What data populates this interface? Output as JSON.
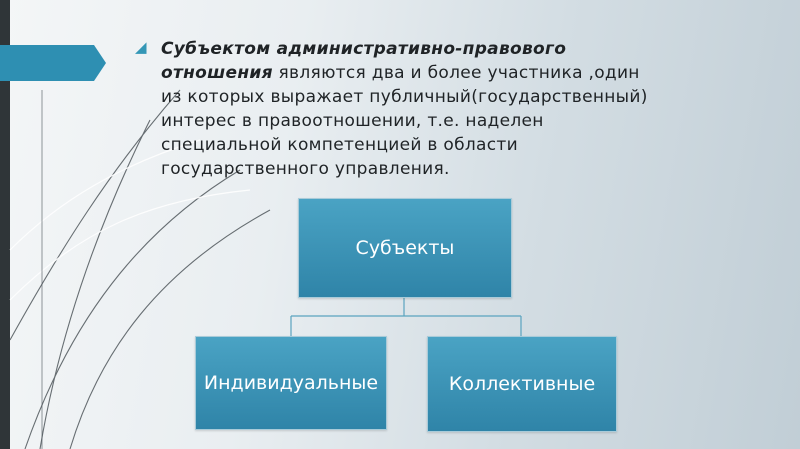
{
  "slide": {
    "text_italic": "Субъектом административно-правового отношения",
    "text_rest": " являются  два и более участника ,один из которых выражает публичный(государственный) интерес в правоотношении, т.е. наделен специальной компетенцией в области государственного управления.",
    "bullet_icon": "triangle-bullet-icon",
    "colors": {
      "box_fill": "#3a93b7",
      "accent": "#3497b6",
      "bar": "#2f3538"
    }
  },
  "diagram": {
    "root": "Субъекты",
    "children": [
      "Индивидуальные",
      "Коллективные"
    ]
  }
}
